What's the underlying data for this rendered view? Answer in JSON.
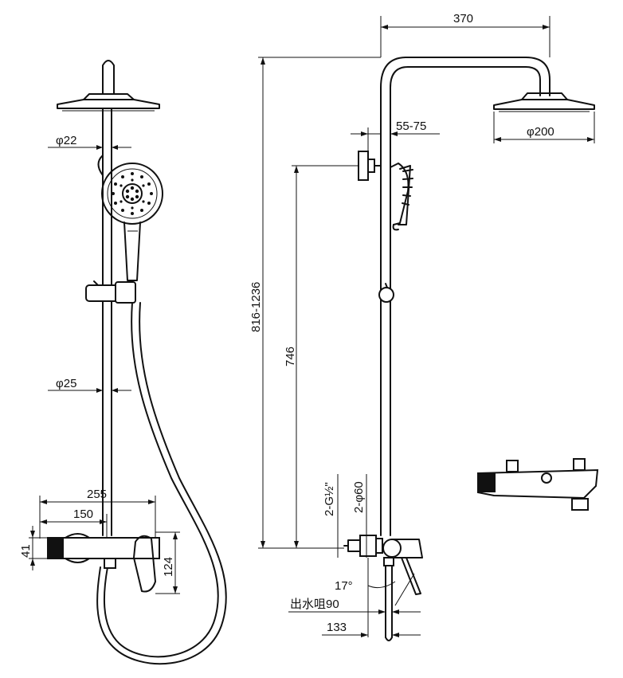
{
  "labels": {
    "phi22": "φ22",
    "phi25": "φ25",
    "dim255": "255",
    "dim150": "150",
    "dim41": "41",
    "dim124": "124",
    "dim370": "370",
    "dim55_75": "55-75",
    "phi200": "φ200",
    "dim816_1236": "816-1236",
    "dim746": "746",
    "g_half": "2-G½\"",
    "phi60": "2-φ60",
    "angle17": "17°",
    "outlet90": "出水咀90",
    "dim133": "133"
  }
}
